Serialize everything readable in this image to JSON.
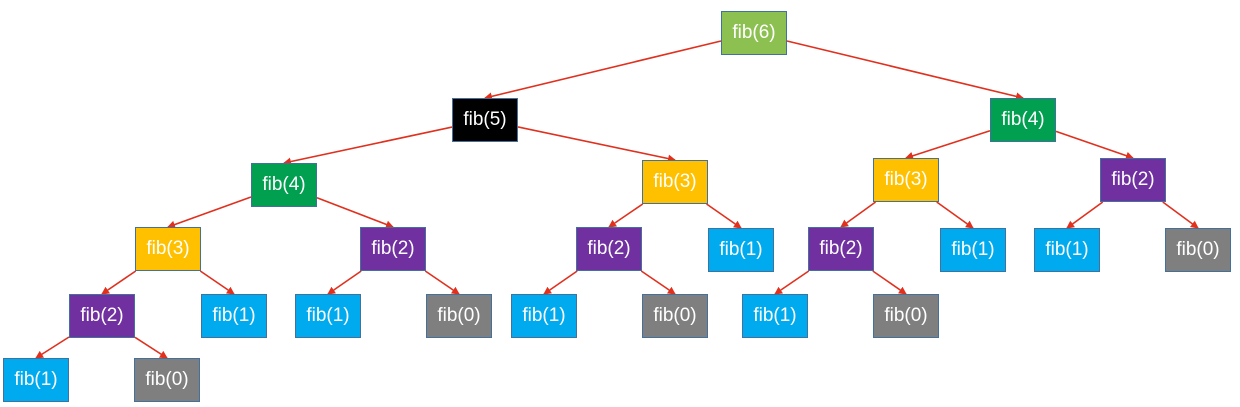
{
  "colors": {
    "fib6": "#8cc152",
    "fib5": "#000000",
    "fib4": "#00a050",
    "fib3": "#ffc000",
    "fib2": "#7030a0",
    "fib1": "#00aaee",
    "fib0": "#7f7f7f",
    "edge": "#e0301e",
    "border": "#41719c"
  },
  "nodes": [
    {
      "id": "n0",
      "label": "fib(6)",
      "kind": "fib6",
      "parent": null
    },
    {
      "id": "n1",
      "label": "fib(5)",
      "kind": "fib5",
      "parent": "n0"
    },
    {
      "id": "n2",
      "label": "fib(4)",
      "kind": "fib4",
      "parent": "n0"
    },
    {
      "id": "n3",
      "label": "fib(4)",
      "kind": "fib4",
      "parent": "n1"
    },
    {
      "id": "n4",
      "label": "fib(3)",
      "kind": "fib3",
      "parent": "n1"
    },
    {
      "id": "n5",
      "label": "fib(3)",
      "kind": "fib3",
      "parent": "n2"
    },
    {
      "id": "n6",
      "label": "fib(2)",
      "kind": "fib2",
      "parent": "n2"
    },
    {
      "id": "n7",
      "label": "fib(3)",
      "kind": "fib3",
      "parent": "n3"
    },
    {
      "id": "n8",
      "label": "fib(2)",
      "kind": "fib2",
      "parent": "n3"
    },
    {
      "id": "n9",
      "label": "fib(2)",
      "kind": "fib2",
      "parent": "n4"
    },
    {
      "id": "n10",
      "label": "fib(1)",
      "kind": "fib1",
      "parent": "n4"
    },
    {
      "id": "n11",
      "label": "fib(2)",
      "kind": "fib2",
      "parent": "n5"
    },
    {
      "id": "n12",
      "label": "fib(1)",
      "kind": "fib1",
      "parent": "n5"
    },
    {
      "id": "n13",
      "label": "fib(1)",
      "kind": "fib1",
      "parent": "n6"
    },
    {
      "id": "n14",
      "label": "fib(0)",
      "kind": "fib0",
      "parent": "n6"
    },
    {
      "id": "n15",
      "label": "fib(2)",
      "kind": "fib2",
      "parent": "n7"
    },
    {
      "id": "n16",
      "label": "fib(1)",
      "kind": "fib1",
      "parent": "n7"
    },
    {
      "id": "n17",
      "label": "fib(1)",
      "kind": "fib1",
      "parent": "n8"
    },
    {
      "id": "n18",
      "label": "fib(0)",
      "kind": "fib0",
      "parent": "n8"
    },
    {
      "id": "n19",
      "label": "fib(1)",
      "kind": "fib1",
      "parent": "n9"
    },
    {
      "id": "n20",
      "label": "fib(0)",
      "kind": "fib0",
      "parent": "n9"
    },
    {
      "id": "n21",
      "label": "fib(1)",
      "kind": "fib1",
      "parent": "n11"
    },
    {
      "id": "n22",
      "label": "fib(0)",
      "kind": "fib0",
      "parent": "n11"
    },
    {
      "id": "n23",
      "label": "fib(1)",
      "kind": "fib1",
      "parent": "n15"
    },
    {
      "id": "n24",
      "label": "fib(0)",
      "kind": "fib0",
      "parent": "n15"
    }
  ]
}
